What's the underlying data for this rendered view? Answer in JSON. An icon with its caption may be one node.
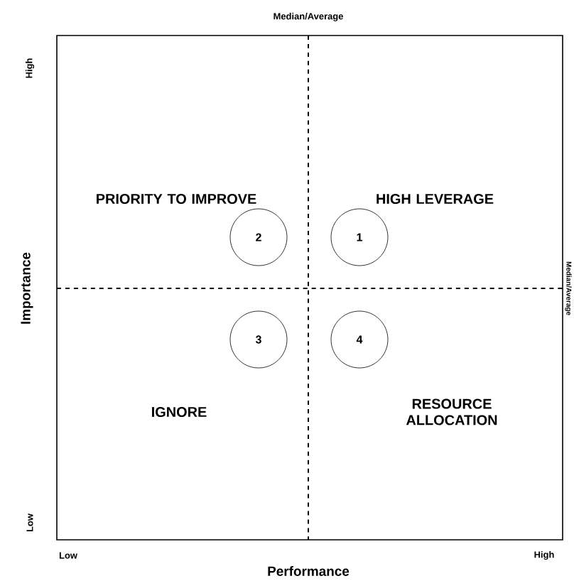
{
  "diagram": {
    "nodes": [
      {
        "text": [
          "2"
        ]
      },
      {
        "text": [
          "1"
        ]
      },
      {
        "text": [
          "3"
        ]
      },
      {
        "text": [
          "4"
        ]
      }
    ],
    "labels": [
      "Median/Average",
      "High",
      "PRIORITY TO IMPROVE",
      "HIGH LEVERAGE",
      "Importance",
      "Median/Average",
      "IGNORE",
      "RESOURCE ALLOCATION",
      "Low",
      "Low",
      "High",
      "Performance"
    ]
  }
}
